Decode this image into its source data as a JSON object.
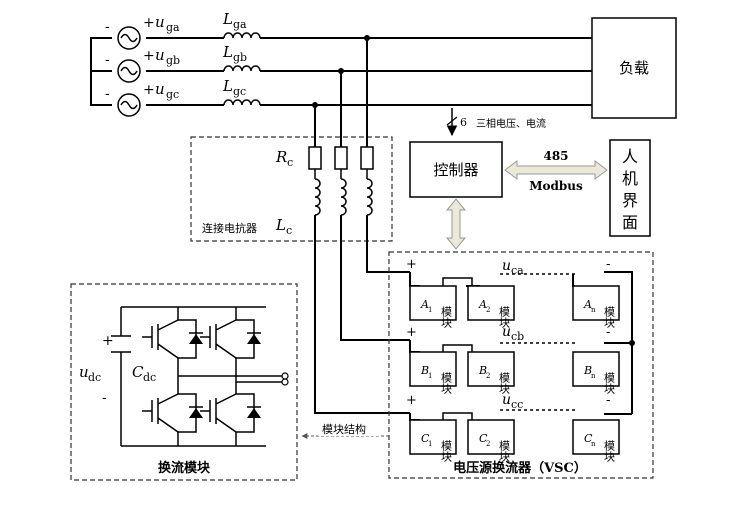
{
  "sources": [
    {
      "minus": "-",
      "plus": "+",
      "u": "u",
      "sub": "ga",
      "L": "L",
      "Lsub": "ga"
    },
    {
      "minus": "-",
      "plus": "+",
      "u": "u",
      "sub": "gb",
      "L": "L",
      "Lsub": "gb"
    },
    {
      "minus": "-",
      "plus": "+",
      "u": "u",
      "sub": "gc",
      "L": "L",
      "Lsub": "gc"
    }
  ],
  "load": "负载",
  "controller": "控制器",
  "meas_num": "6",
  "meas_label": "三相电压、电流",
  "comm_top": "485",
  "comm_bottom": "Modbus",
  "hmi": [
    "人",
    "机",
    "界",
    "面"
  ],
  "reactor": {
    "R": "R",
    "Rsub": "c",
    "L": "L",
    "Lsub": "c",
    "label": "连接电抗器"
  },
  "submodule": {
    "title": "换流模块",
    "u": "u",
    "usub": "dc",
    "C": "C",
    "Csub": "dc",
    "plus": "+",
    "minus": "-"
  },
  "structure_label": "模块结构",
  "vsc": {
    "title": "电压源换流器（VSC）",
    "arms": [
      {
        "plus": "+",
        "minus": "-",
        "u": "u",
        "usub": "ca",
        "modules": [
          {
            "name": "模块",
            "id": "A",
            "sub": "1"
          },
          {
            "name": "模块",
            "id": "A",
            "sub": "2"
          },
          {
            "name": "模块",
            "id": "A",
            "sub": "n"
          }
        ]
      },
      {
        "plus": "+",
        "minus": "-",
        "u": "u",
        "usub": "cb",
        "modules": [
          {
            "name": "模块",
            "id": "B",
            "sub": "1"
          },
          {
            "name": "模块",
            "id": "B",
            "sub": "2"
          },
          {
            "name": "模块",
            "id": "B",
            "sub": "n"
          }
        ]
      },
      {
        "plus": "+",
        "minus": "-",
        "u": "u",
        "usub": "cc",
        "modules": [
          {
            "name": "模块",
            "id": "C",
            "sub": "1"
          },
          {
            "name": "模块",
            "id": "C",
            "sub": "2"
          },
          {
            "name": "模块",
            "id": "C",
            "sub": "n"
          }
        ]
      }
    ]
  }
}
